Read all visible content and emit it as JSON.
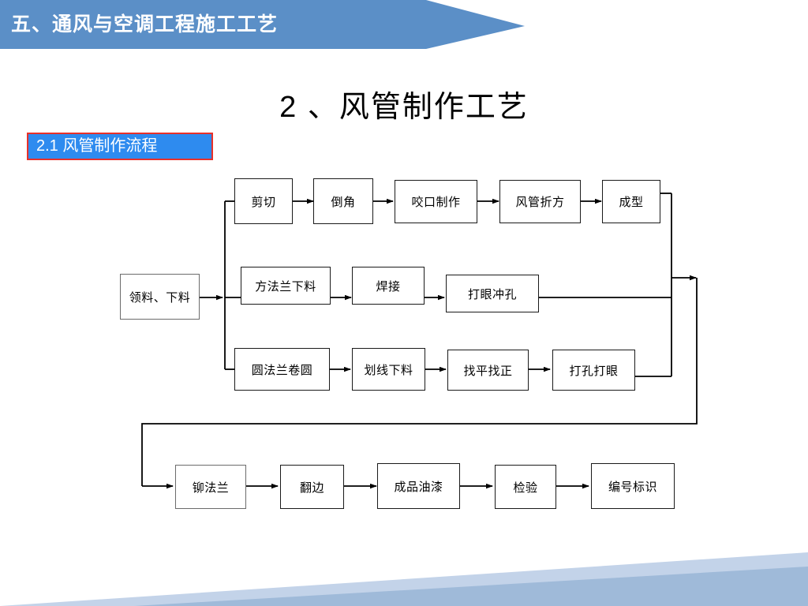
{
  "header": {
    "title": "五、通风与空调工程施工工艺",
    "banner_color": "#5B8FC7"
  },
  "page_title": "2 、风管制作工艺",
  "section": {
    "label": "2.1  风管制作流程",
    "fill_color": "#2E8BEF",
    "border_color": "#E8312A"
  },
  "flowchart": {
    "start": {
      "label": "领料、下料"
    },
    "row1": [
      {
        "label": "剪切"
      },
      {
        "label": "倒角"
      },
      {
        "label": "咬口制作"
      },
      {
        "label": "风管折方"
      },
      {
        "label": "成型"
      }
    ],
    "row2": [
      {
        "label": "方法兰下料"
      },
      {
        "label": "焊接"
      },
      {
        "label": "打眼冲孔"
      }
    ],
    "row3": [
      {
        "label": "圆法兰卷圆"
      },
      {
        "label": "划线下料"
      },
      {
        "label": "找平找正"
      },
      {
        "label": "打孔打眼"
      }
    ],
    "row4": [
      {
        "label": "铆法兰"
      },
      {
        "label": "翻边"
      },
      {
        "label": "成品油漆"
      },
      {
        "label": "检验"
      },
      {
        "label": "编号标识"
      }
    ]
  },
  "decoration": {
    "light_triangle_color": "#C3D3E9",
    "dark_triangle_color": "#9FBAD9"
  }
}
